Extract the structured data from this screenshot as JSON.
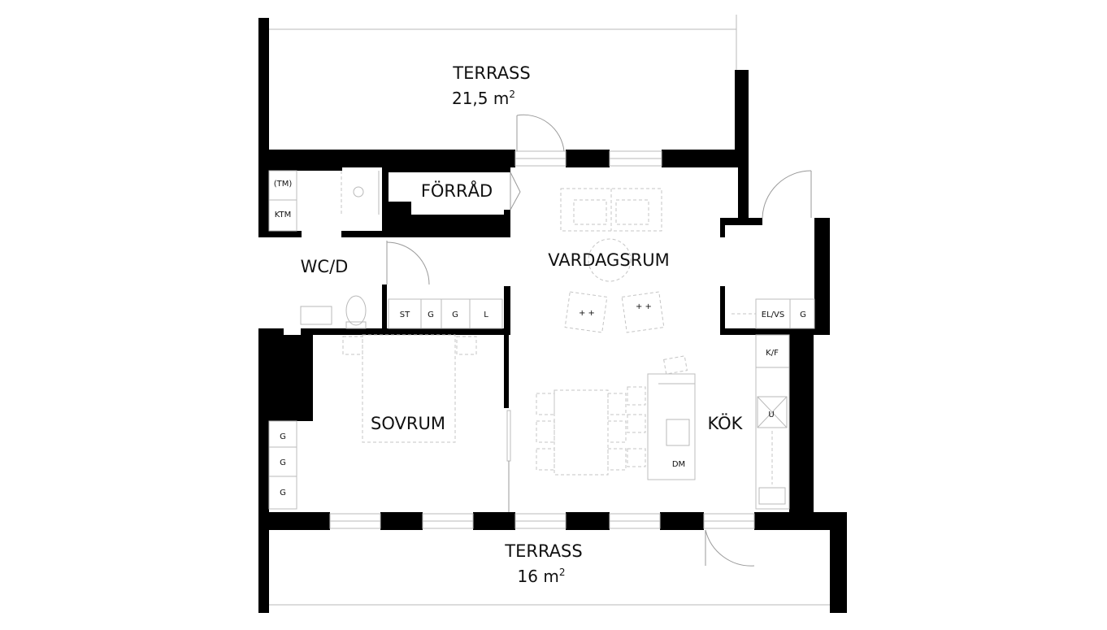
{
  "rooms": {
    "terrace_top": {
      "name": "TERRASS",
      "area": "21,5 m",
      "unit_sup": "2"
    },
    "storage": {
      "name": "FÖRRÅD"
    },
    "wc": {
      "name": "WC/D"
    },
    "living": {
      "name": "VARDAGSRUM"
    },
    "bedroom": {
      "name": "SOVRUM"
    },
    "kitchen": {
      "name": "KÖK"
    },
    "terrace_bottom": {
      "name": "TERRASS",
      "area": "16 m",
      "unit_sup": "2"
    }
  },
  "fixtures": {
    "tm": "(TM)",
    "ktm": "KTM",
    "st": "ST",
    "g": "G",
    "l": "L",
    "elvs": "EL/VS",
    "kf": "K/F",
    "u": "U",
    "dm": "DM"
  },
  "colors": {
    "wall": "#000000",
    "furniture_line": "#c4c4c4",
    "background": "#ffffff"
  }
}
